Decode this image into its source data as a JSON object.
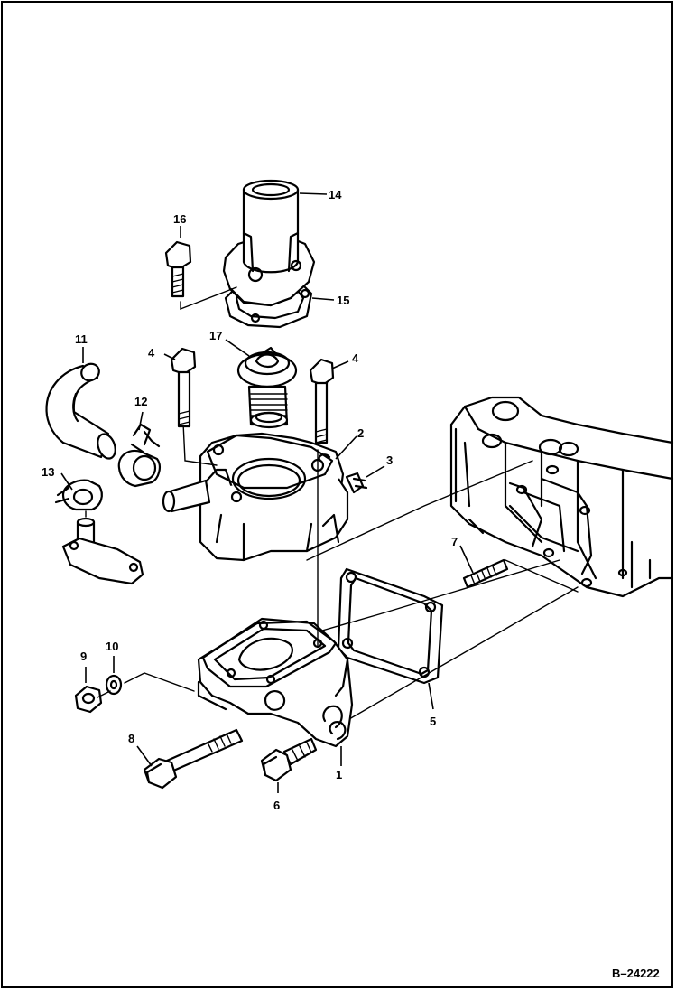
{
  "figure_id": "B–24222",
  "callouts": [
    {
      "id": "1",
      "label": "1"
    },
    {
      "id": "2",
      "label": "2"
    },
    {
      "id": "3",
      "label": "3"
    },
    {
      "id": "4a",
      "label": "4"
    },
    {
      "id": "4b",
      "label": "4"
    },
    {
      "id": "5",
      "label": "5"
    },
    {
      "id": "6",
      "label": "6"
    },
    {
      "id": "7",
      "label": "7"
    },
    {
      "id": "8",
      "label": "8"
    },
    {
      "id": "9",
      "label": "9"
    },
    {
      "id": "10",
      "label": "10"
    },
    {
      "id": "11",
      "label": "11"
    },
    {
      "id": "12",
      "label": "12"
    },
    {
      "id": "13",
      "label": "13"
    },
    {
      "id": "14",
      "label": "14"
    },
    {
      "id": "15",
      "label": "15"
    },
    {
      "id": "16",
      "label": "16"
    },
    {
      "id": "17",
      "label": "17"
    }
  ]
}
